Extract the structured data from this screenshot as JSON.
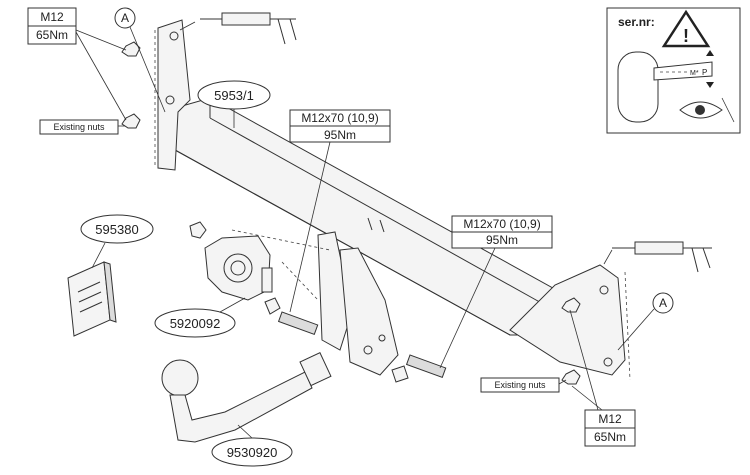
{
  "callouts": {
    "top_left_torque": {
      "bolt": "M12",
      "torque": "65Nm"
    },
    "bottom_right_torque": {
      "bolt": "M12",
      "torque": "65Nm"
    },
    "mid_bolt_torque": {
      "bolt": "M12x70 (10,9)",
      "torque": "95Nm"
    },
    "right_bolt_torque": {
      "bolt": "M12x70 (10,9)",
      "torque": "95Nm"
    },
    "ref_a_left": "A",
    "ref_a_right": "A",
    "existing_nuts_left": "Existing nuts",
    "existing_nuts_right": "Existing nuts"
  },
  "parts": {
    "crossbar": "5953/1",
    "electric_kit": "595380",
    "socket_plate": "5920092",
    "tow_ball": "9530920"
  },
  "serial_box": {
    "label": "ser.nr:",
    "plate_marks": "M*",
    "plate_code": "P",
    "warning_icon": "warning-triangle-icon",
    "eye_icon": "eye-icon"
  },
  "icons": {
    "sealant_gun_top": "sealant-gun-icon",
    "sealant_gun_right": "sealant-gun-icon"
  }
}
